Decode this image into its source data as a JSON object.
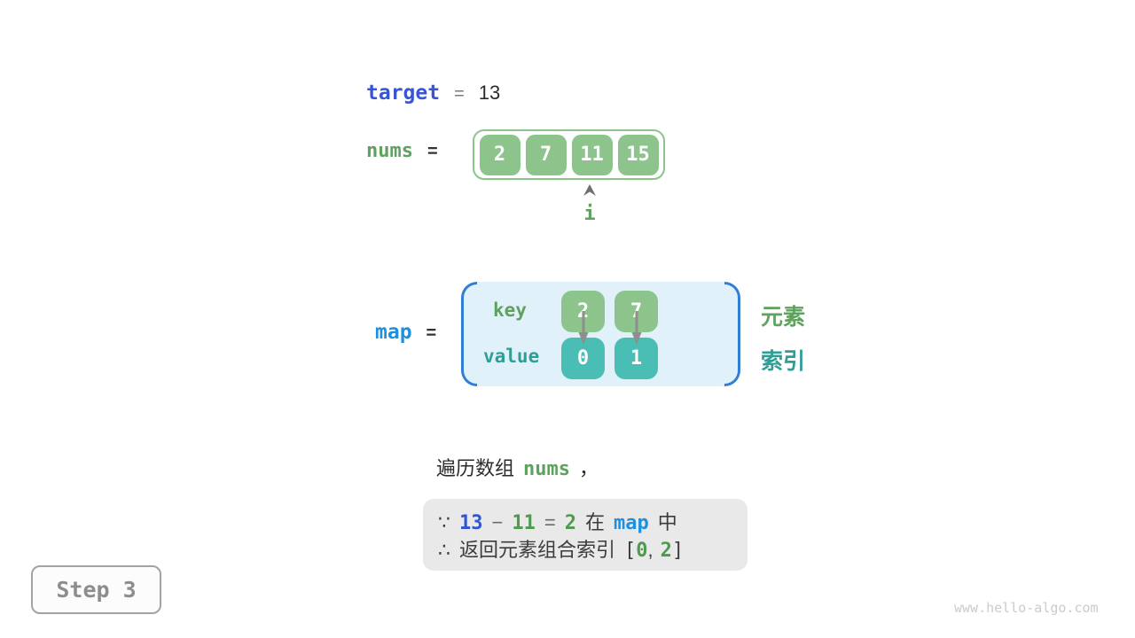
{
  "colors": {
    "target_blue": "#3a55d4",
    "map_blue": "#1e90dc",
    "cell_green": "#8cc48c",
    "green_text": "#5fa25f",
    "cell_teal": "#4abdb5",
    "teal_text": "#2f9e96",
    "panel_blue": "#e1f1fa",
    "bracket_blue": "#2f7fd6",
    "arrow_gray": "#8e8e8e",
    "box_gray": "#e9e9e9"
  },
  "target_row": {
    "label": "target",
    "equals": "=",
    "value": "13"
  },
  "nums_row": {
    "label": "nums",
    "equals": "=",
    "cells": [
      "2",
      "7",
      "11",
      "15"
    ],
    "pointer_label": "i"
  },
  "map_row": {
    "label": "map",
    "equals": "=",
    "key_label": "key",
    "value_label": "value",
    "keys": [
      "2",
      "7"
    ],
    "values": [
      "0",
      "1"
    ],
    "legend_element": "元素",
    "legend_index": "索引"
  },
  "caption": {
    "prefix": "遍历数组",
    "code": "nums",
    "suffix": "，"
  },
  "conclusion": {
    "line1": {
      "because": "∵",
      "minuend": "13",
      "minus": "−",
      "subtrahend": "11",
      "equals": "=",
      "difference": "2",
      "in_word": "在",
      "map": "map",
      "zhong": "中"
    },
    "line2": {
      "therefore": "∴",
      "text": "返回元素组合索引",
      "open": "[",
      "idx0": "0",
      "comma": ",",
      "idx1": "2",
      "close": "]"
    }
  },
  "step_badge": "Step 3",
  "watermark": "www.hello-algo.com"
}
